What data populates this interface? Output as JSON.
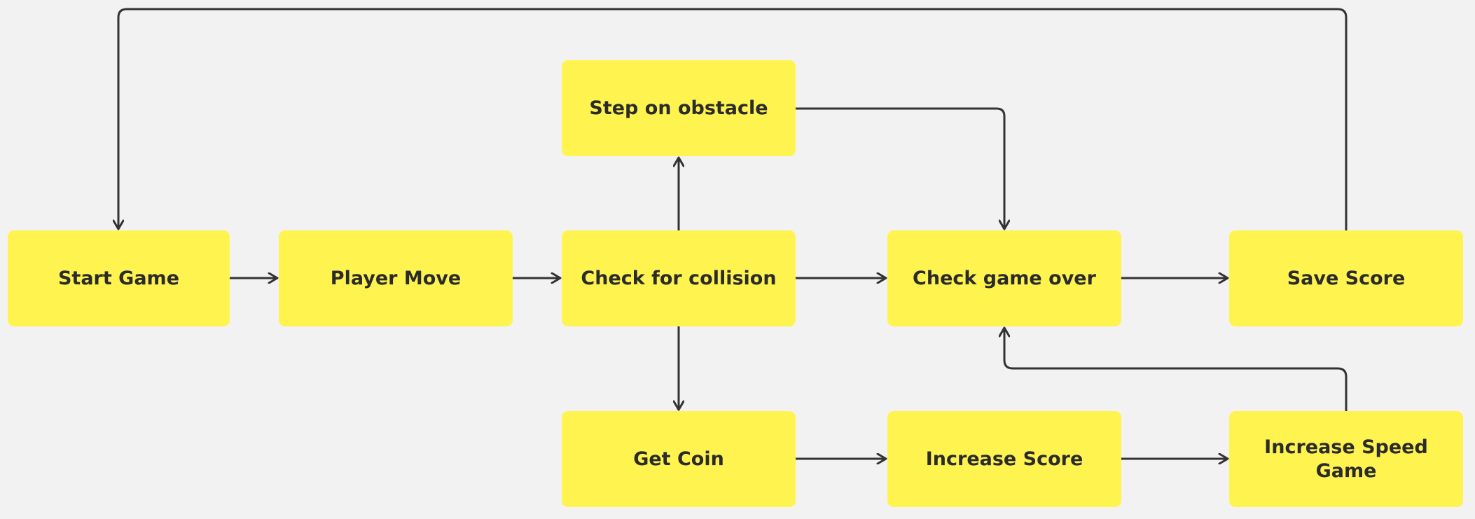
{
  "diagram": {
    "nodes": {
      "start_game": "Start Game",
      "player_move": "Player Move",
      "check_collision": "Check for collision",
      "step_obstacle": "Step on obstacle",
      "check_game_over": "Check game over",
      "save_score": "Save Score",
      "get_coin": "Get Coin",
      "increase_score": "Increase Score",
      "increase_speed": "Increase Speed Game"
    },
    "edges": [
      {
        "from": "start_game",
        "to": "player_move"
      },
      {
        "from": "player_move",
        "to": "check_collision"
      },
      {
        "from": "check_collision",
        "to": "step_obstacle"
      },
      {
        "from": "check_collision",
        "to": "check_game_over"
      },
      {
        "from": "check_collision",
        "to": "get_coin"
      },
      {
        "from": "step_obstacle",
        "to": "check_game_over"
      },
      {
        "from": "check_game_over",
        "to": "save_score"
      },
      {
        "from": "save_score",
        "to": "start_game"
      },
      {
        "from": "get_coin",
        "to": "increase_score"
      },
      {
        "from": "increase_score",
        "to": "increase_speed"
      },
      {
        "from": "increase_speed",
        "to": "check_game_over"
      }
    ],
    "colors": {
      "node_fill": "#fff44f",
      "node_text": "#2b2b2b",
      "connector": "#333333",
      "background": "#f2f2f2"
    }
  }
}
